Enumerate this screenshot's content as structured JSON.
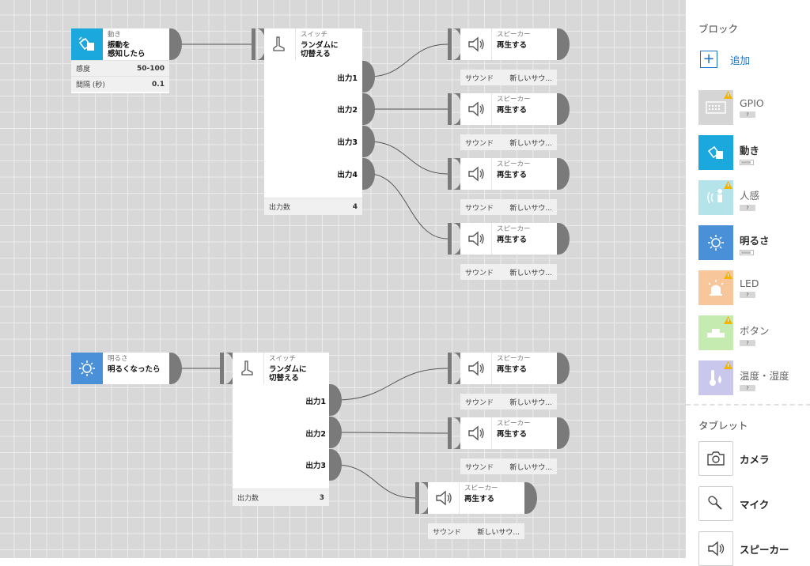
{
  "nodes": {
    "motion": {
      "caption": "動き",
      "title": "振動を\n感知したら",
      "param1_label": "感度",
      "param1_value": "50-100",
      "param2_label": "間隔 (秒)",
      "param2_value": "0.1"
    },
    "brightness": {
      "caption": "明るさ",
      "title": "明るくなったら"
    },
    "switch1": {
      "caption": "スイッチ",
      "title": "ランダムに\n切替える",
      "outputs": [
        "出力1",
        "出力2",
        "出力3",
        "出力4"
      ],
      "count_label": "出力数",
      "count_value": "4"
    },
    "switch2": {
      "caption": "スイッチ",
      "title": "ランダムに\n切替える",
      "outputs": [
        "出力1",
        "出力2",
        "出力3"
      ],
      "count_label": "出力数",
      "count_value": "3"
    },
    "speaker": {
      "caption": "スピーカー",
      "title": "再生する",
      "sound_label": "サウンド",
      "sound_value": "新しいサウ..."
    }
  },
  "sidebar": {
    "blocks_title": "ブロック",
    "add_label": "追加",
    "blocks": [
      {
        "name": "GPIO",
        "tag": "?"
      },
      {
        "name": "動き"
      },
      {
        "name": "人感",
        "tag": "?"
      },
      {
        "name": "明るさ"
      },
      {
        "name": "LED",
        "tag": "?"
      },
      {
        "name": "ボタン",
        "tag": "?"
      },
      {
        "name": "温度・湿度",
        "tag": "?"
      }
    ],
    "tablet_title": "タブレット",
    "tablet": [
      {
        "name": "カメラ"
      },
      {
        "name": "マイク"
      },
      {
        "name": "スピーカー"
      }
    ]
  },
  "colors": {
    "motion": "#1ba8dd",
    "brightness": "#4a90d9",
    "gpio": "#d5d5d5",
    "human": "#b5e3ea",
    "led": "#f7c79b",
    "button": "#c5ebb0",
    "temp": "#c9c7ec",
    "accent": "#1a73c8",
    "warning": "#f5b400"
  }
}
